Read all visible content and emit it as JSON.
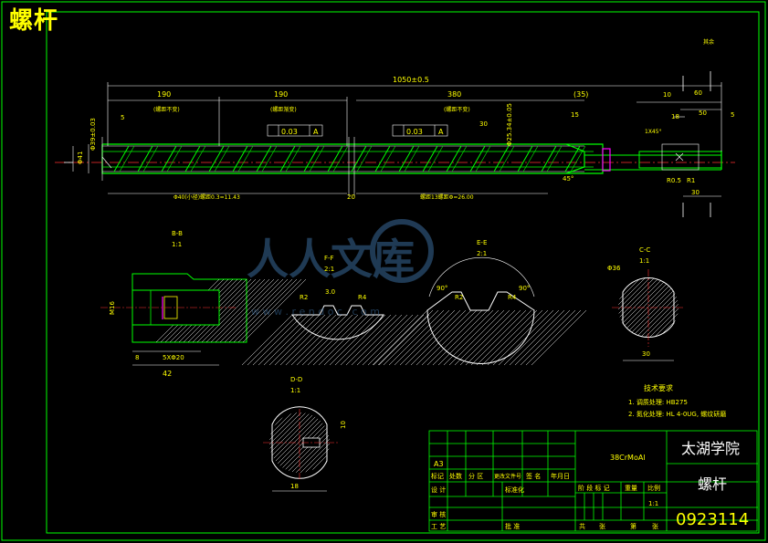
{
  "drawing": {
    "title": "螺杆",
    "scale_label": "比例",
    "dimensions": {
      "overall": "1050±0.5",
      "seg1": "190",
      "seg1_note": "(螺距不变)",
      "seg2": "190",
      "seg2_note": "(螺距渐变)",
      "seg3": "380",
      "seg3_note": "(螺距不变)",
      "seg4": "(35)",
      "end_len": "10",
      "end_len2": "60",
      "end_50": "50",
      "end_5": "5",
      "end_18": "18",
      "end_30": "30",
      "left_5": "5",
      "dia_main": "Φ39±0.03",
      "dia_root": "Φ41",
      "tol1": "0.03",
      "datum1": "A",
      "tol2": "0.03",
      "datum2": "A",
      "len_30": "30",
      "len_15": "15",
      "dia_right": "Φ25.34±0.05",
      "bottom_left_note": "Φ40(小径)螺距0.3=11.43",
      "bottom_right_note": "螺距13螺距Φ=26.00",
      "bottom_20": "20",
      "r05": "R0.5",
      "r1": "R1",
      "chamfer": "1X45°",
      "angle45": "45°",
      "roughness_note": "其余"
    },
    "sections": {
      "bb": {
        "title": "B-B",
        "scale": "1:1",
        "d42": "42",
        "d8": "8",
        "d5x20": "5XΦ20",
        "thread": "M16"
      },
      "ff": {
        "title": "F-F",
        "scale": "2:1",
        "r2": "R2",
        "r4": "R4",
        "v30": "3.0"
      },
      "ee": {
        "title": "E-E",
        "scale": "2:1",
        "a90l": "90°",
        "a90r": "90°",
        "r2": "R2",
        "r4": "R4"
      },
      "cc": {
        "title": "C-C",
        "scale": "1:1",
        "dia": "Φ36",
        "w30": "30"
      },
      "dd": {
        "title": "D-D",
        "scale": "1:1",
        "w": "18",
        "key": "10"
      }
    },
    "tech_requirements": {
      "title": "技术要求",
      "item1": "1. 调质处理: HB275",
      "item2": "2. 氮化处理: HL 4-0UG, 螺纹研磨"
    },
    "title_block": {
      "material": "38CrMoAl",
      "school": "太湖学院",
      "part_name": "螺杆",
      "drawing_no": "0923114",
      "sheet_size": "A3",
      "row_headers": [
        "标记",
        "处数",
        "分 区",
        "更改文件号",
        "签 名",
        "年月日"
      ],
      "design": "设 计",
      "standardize": "标准化",
      "review": "审 核",
      "process": "工 艺",
      "approve": "批 准",
      "stage_label": "阶 段 标 记",
      "weight_label": "重量",
      "ratio_label": "比例",
      "ratio_value": "1:1",
      "total": "共",
      "sheets": "张",
      "page": "第",
      "page_sheet": "张"
    },
    "watermark": {
      "main": "人人文库",
      "sub": "w w w . r e n d o c . c o m"
    }
  }
}
